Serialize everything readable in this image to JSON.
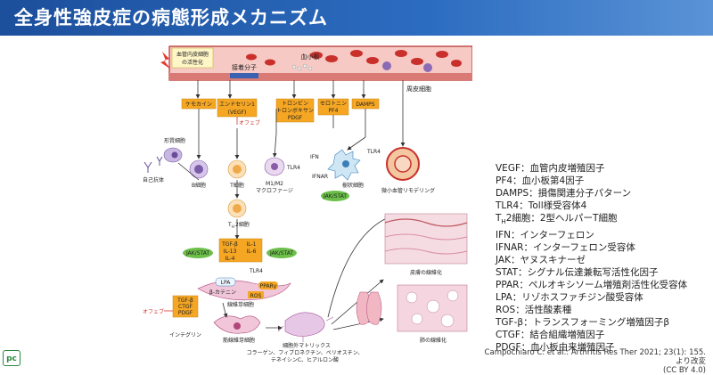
{
  "title": "全身性強皮症の病態形成メカニズム",
  "diagram": {
    "endothelial_activation": [
      "血管内皮細胞",
      "の活性化"
    ],
    "adhesion_molecule": "接着分子",
    "platelet": "血小板",
    "pericyte": "周皮細胞",
    "chemokine": "ケモカイン",
    "endothelin": [
      "エンドセリン1",
      "(VEGF)"
    ],
    "ofev_1": "オフェブ",
    "thrombospondin": [
      "トロンビン",
      "トロンボキサン",
      "PDGF"
    ],
    "serotonin": [
      "セロトニン",
      "PF4"
    ],
    "damps": "DAMPS",
    "plasma_cell": "形質細胞",
    "autoantibody": "自己抗体",
    "b_cell": "B細胞",
    "t_cell": "T細胞",
    "macrophage": [
      "M1/M2",
      "マクロファージ"
    ],
    "tlr4_a": "TLR4",
    "th2": "T",
    "th2_sub": "H",
    "th2_rest": "2細胞",
    "ifn": "IFN",
    "ifnar": "IFNAR",
    "tlr4_b": "TLR4",
    "dendritic": "樹状細胞",
    "jak_stat_c": "JAK/STAT",
    "vascular_remodel": "微小血管リモデリング",
    "cytokines": [
      "TGF-β",
      "IL-1",
      "IL-13",
      "IL-6",
      "IL-4"
    ],
    "jak_stat_a": "JAK/STAT",
    "jak_stat_b": "JAK/STAT",
    "tlr4_c": "TLR4",
    "lpa": "LPA",
    "catenin": "β-カテニン",
    "ros": "ROS",
    "ppar": "PPARγ",
    "fibroblast": "線維芽細胞",
    "skin_fibrosis": "皮膚の線維化",
    "growth_factors": [
      "TGF-β",
      "CTGF",
      "PDGF"
    ],
    "ofev_2": "オフェブ",
    "integrin": "インテグリン",
    "myofibroblast": "筋線維芽細胞",
    "ecm": "細胞外マトリックス",
    "ecm_components": [
      "コラーゲン、フィブロネクチン、ペリオスチン、",
      "テネイシンC、ヒアルロン酸"
    ],
    "lung_fibrosis": "肺の線維化"
  },
  "legend": [
    "VEGF：血管内皮増殖因子",
    "PF4：血小板第4因子",
    "DAMPS：損傷関連分子パターン",
    "TLR4：Toll様受容体4",
    "T",
    "IFN：インターフェロン",
    "IFNAR：インターフェロン受容体",
    "JAK：ヤヌスキナーゼ",
    "STAT：シグナル伝達兼転写活性化因子",
    "PPAR：ペルオキシソーム増殖剤活性化受容体",
    "LPA：リゾホスファチジン酸受容体",
    "ROS：活性酸素種",
    "TGF-β：トランスフォーミング増殖因子β",
    "CTGF：結合組織増殖因子",
    "PDGF：血小板由来増殖因子"
  ],
  "legend_th2": {
    "sub": "H",
    "rest": "2細胞：2型ヘルパーT細胞"
  },
  "citation": [
    "Campochiaro C. et al.: Arthritis Res Ther 2021; 23(1): 155. より改変",
    "(CC BY 4.0)"
  ],
  "logo": "pc",
  "colors": {
    "header": "#1f56a6",
    "orange_box": "#f5a623",
    "jak_green": "#6cc04a",
    "vessel_red": "#c9302c",
    "ofev_red": "#d2352c"
  }
}
